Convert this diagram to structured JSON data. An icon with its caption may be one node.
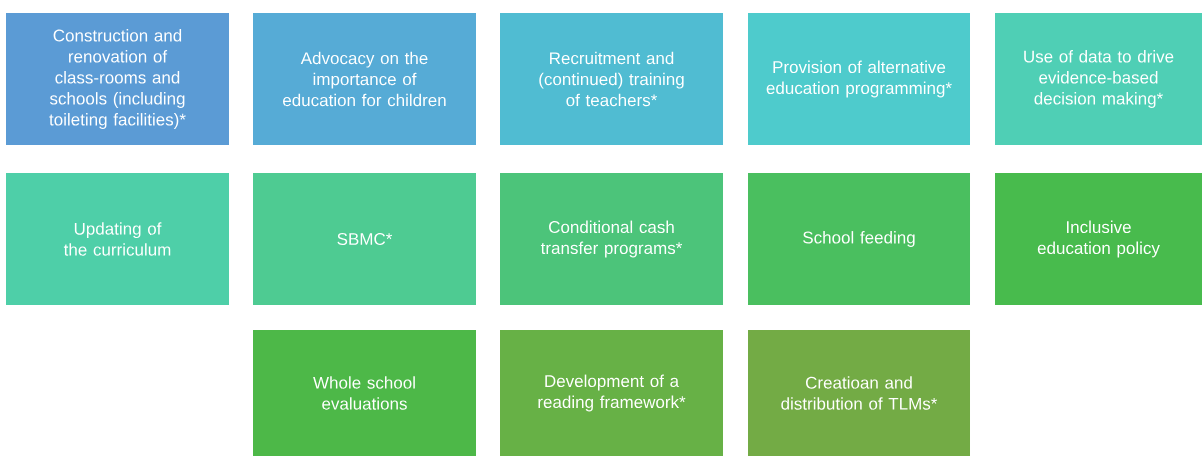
{
  "diagram": {
    "nodes": [
      {
        "text": [
          "Construction and renovation of class-rooms and schools (including toileting facilities)*"
        ]
      },
      {
        "text": [
          "Advocacy on the importance of education for children"
        ]
      },
      {
        "text": [
          "Recruitment and (continued) training of teachers*"
        ]
      },
      {
        "text": [
          "Provision of alternative education programming*"
        ]
      },
      {
        "text": [
          "Use of data to drive evidence-based decision making*"
        ]
      },
      {
        "text": [
          "Updating of the curriculum"
        ]
      },
      {
        "text": [
          "SBMC*"
        ]
      },
      {
        "text": [
          "Conditional cash transfer programs*"
        ]
      },
      {
        "text": [
          "School feeding"
        ]
      },
      {
        "text": [
          "Inclusive education policy"
        ]
      },
      {
        "text": [
          "Whole school evaluations"
        ]
      },
      {
        "text": [
          "Development of a reading framework*"
        ]
      },
      {
        "text": [
          "Creatioan and distribution of TLMs*"
        ]
      }
    ]
  }
}
